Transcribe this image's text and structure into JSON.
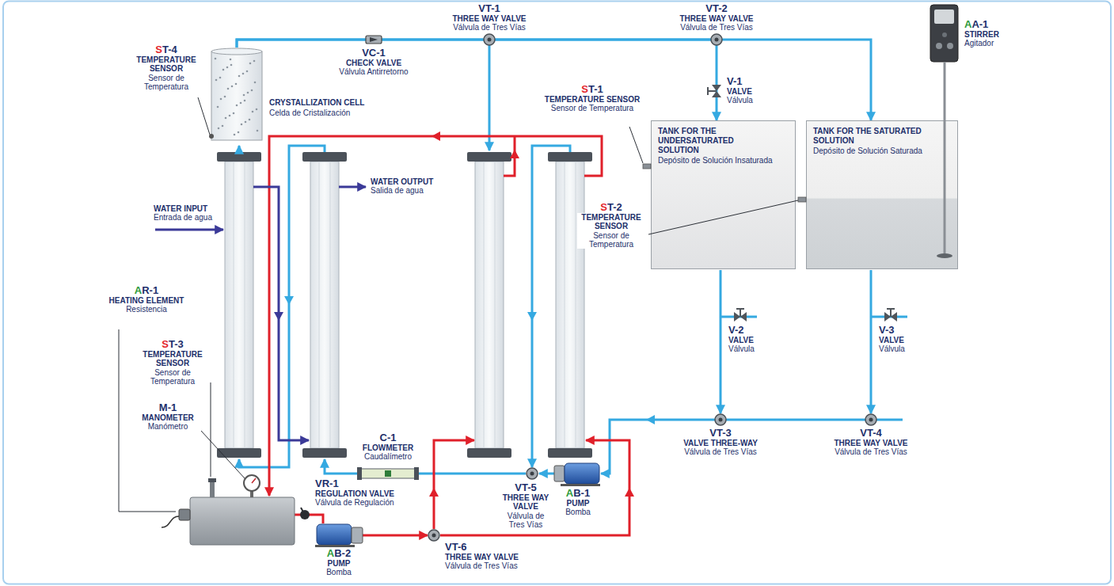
{
  "diagram": {
    "nodes": [
      {
        "text": [
          "CRYSTALLIZATION CELL",
          "Celda de Cristalización"
        ]
      },
      {
        "text": [
          "TANK FOR THE UNDERSATURATED SOLUTION",
          "Depósito de Solución Insaturada"
        ]
      },
      {
        "text": [
          "TANK FOR THE SATURATED SOLUTION",
          "Depósito de Solución Saturada"
        ]
      }
    ],
    "edges": [
      {
        "from": 0,
        "to": 1,
        "arrow": "to"
      },
      {
        "from": 0,
        "to": 2,
        "arrow": "to"
      }
    ],
    "labels": [
      "ST-4",
      "TEMPERATURE SENSOR",
      "Sensor de Temperatura",
      "VC-1",
      "CHECK VALVE",
      "Válvula Antirretorno",
      "VT-1",
      "THREE WAY VALVE",
      "Válvula de Tres Vías",
      "VT-2",
      "THREE WAY VALVE",
      "Válvula de Tres Vías",
      "AA-1",
      "STIRRER",
      "Agitador",
      "ST-1",
      "TEMPERATURE SENSOR",
      "Sensor de Temperatura",
      "V-1",
      "VALVE",
      "Válvula",
      "ST-2",
      "TEMPERATURE SENSOR",
      "Sensor de Temperatura",
      "WATER OUTPUT",
      "Salida de agua",
      "WATER INPUT",
      "Entrada de agua",
      "AR-1",
      "HEATING ELEMENT",
      "Resistencia",
      "ST-3",
      "TEMPERATURE SENSOR",
      "Sensor de Temperatura",
      "M-1",
      "MANOMETER",
      "Manómetro",
      "C-1",
      "FLOWMETER",
      "Caudalímetro",
      "VR-1",
      "REGULATION VALVE",
      "Válvula de Regulación",
      "AB-2",
      "PUMP",
      "Bomba",
      "VT-6",
      "THREE WAY VALVE",
      "Válvula de Tres Vías",
      "VT-5",
      "THREE WAY VALVE",
      "Válvula de Tres Vías",
      "AB-1",
      "PUMP",
      "Bomba",
      "V-2",
      "VALVE",
      "Válvula",
      "V-3",
      "VALVE",
      "Válvula",
      "VT-3",
      "VALVE THREE-WAY",
      "Válvula de Tres Vías",
      "VT-4",
      "THREE WAY VALVE",
      "Válvula de Tres Vías"
    ]
  }
}
